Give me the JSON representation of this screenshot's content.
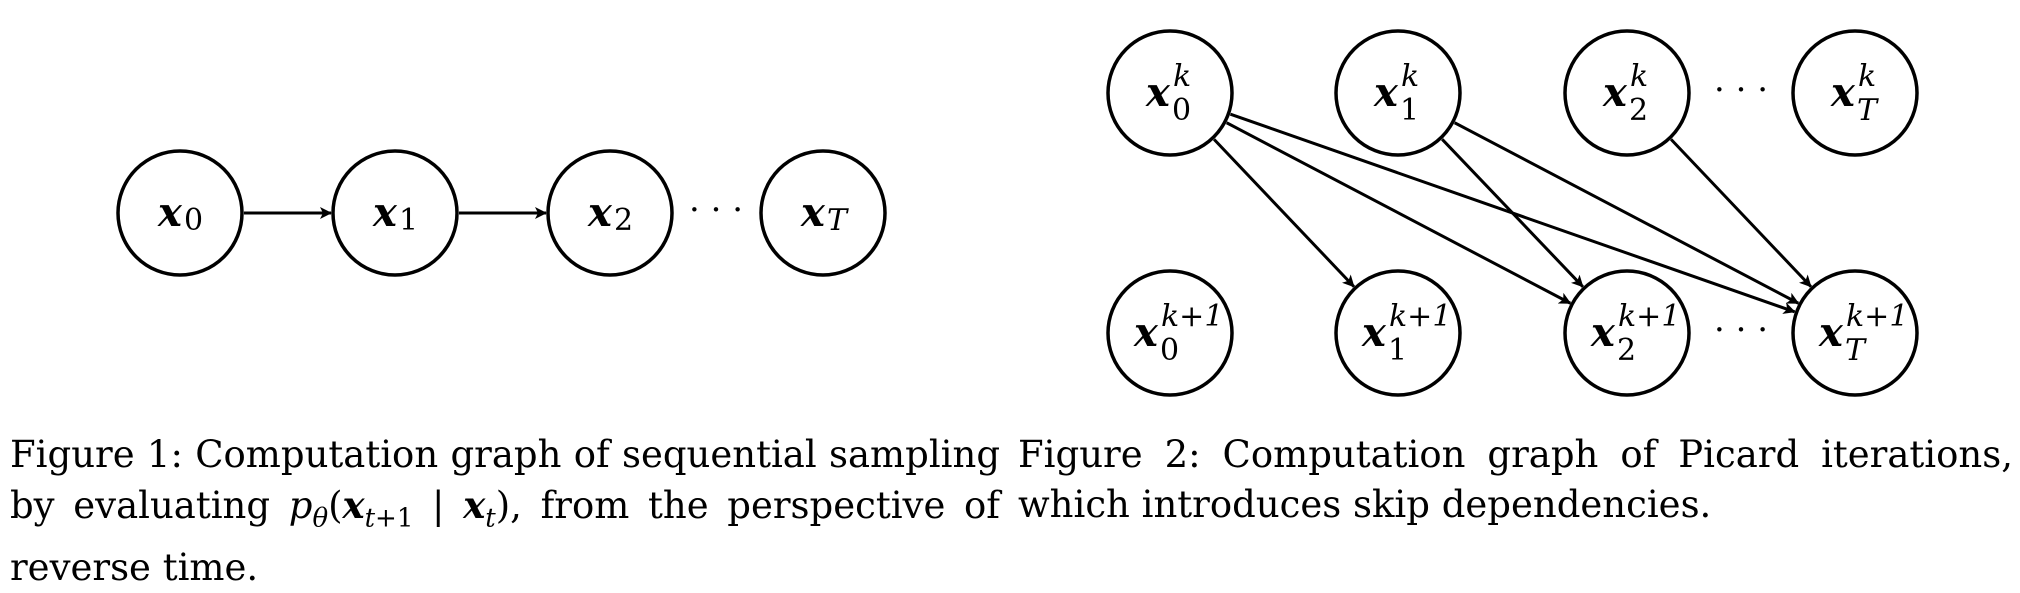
{
  "figure1": {
    "nodes": [
      {
        "id": "f1-x0",
        "base": "x",
        "sub": "0",
        "sup": ""
      },
      {
        "id": "f1-x1",
        "base": "x",
        "sub": "1",
        "sup": ""
      },
      {
        "id": "f1-x2",
        "base": "x",
        "sub": "2",
        "sup": ""
      },
      {
        "id": "f1-xT",
        "base": "x",
        "sub": "T",
        "sup": ""
      }
    ],
    "edges": [
      [
        "f1-x0",
        "f1-x1"
      ],
      [
        "f1-x1",
        "f1-x2"
      ]
    ],
    "ellipsis": "· · ·",
    "caption_lines": [
      "Figure 1: Computation graph of sequential sampling",
      "by evaluating pθ(xt+1 | xt), from the perspective of",
      "reverse time."
    ]
  },
  "figure2": {
    "nodes": [
      {
        "id": "f2-k-0",
        "base": "x",
        "sub": "0",
        "sup": "k"
      },
      {
        "id": "f2-k-1",
        "base": "x",
        "sub": "1",
        "sup": "k"
      },
      {
        "id": "f2-k-2",
        "base": "x",
        "sub": "2",
        "sup": "k"
      },
      {
        "id": "f2-k-T",
        "base": "x",
        "sub": "T",
        "sup": "k"
      },
      {
        "id": "f2-k1-0",
        "base": "x",
        "sub": "0",
        "sup": "k+1"
      },
      {
        "id": "f2-k1-1",
        "base": "x",
        "sub": "1",
        "sup": "k+1"
      },
      {
        "id": "f2-k1-2",
        "base": "x",
        "sub": "2",
        "sup": "k+1"
      },
      {
        "id": "f2-k1-T",
        "base": "x",
        "sub": "T",
        "sup": "k+1"
      }
    ],
    "edges": [
      [
        "f2-k-0",
        "f2-k1-1"
      ],
      [
        "f2-k-0",
        "f2-k1-2"
      ],
      [
        "f2-k-0",
        "f2-k1-T"
      ],
      [
        "f2-k-1",
        "f2-k1-2"
      ],
      [
        "f2-k-1",
        "f2-k1-T"
      ],
      [
        "f2-k-2",
        "f2-k1-T"
      ]
    ],
    "ellipsis": "· · ·",
    "caption_lines": [
      "Figure 2: Computation graph of Picard iterations,",
      "which introduces skip dependencies."
    ]
  }
}
